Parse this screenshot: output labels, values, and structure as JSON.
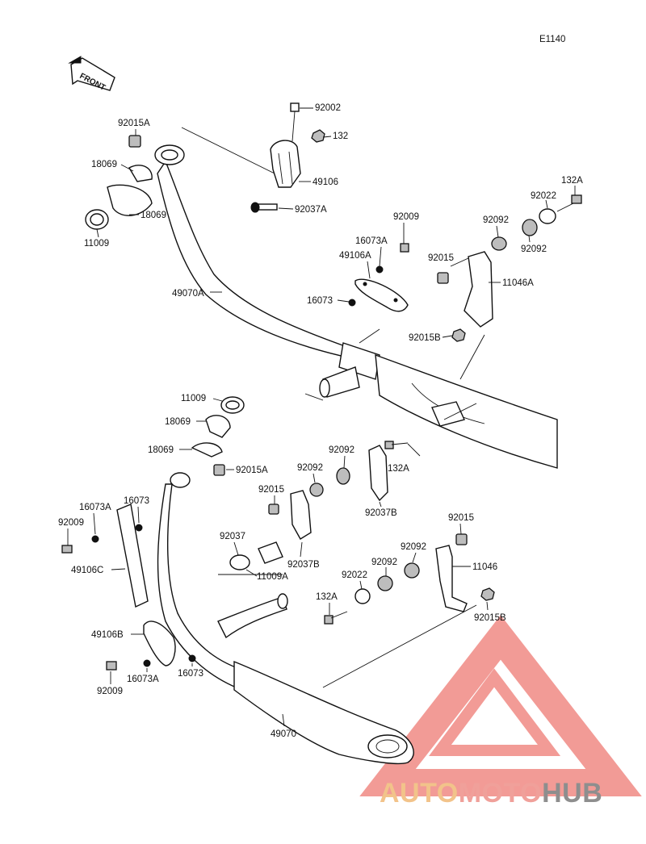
{
  "diagram_code": "E1140",
  "front_label": "FRONT",
  "watermark": {
    "part1": "AUTO",
    "part2": "MOTO",
    "part3": "HUB",
    "color1": "#f2c38a",
    "color2": "#f0a09a",
    "color3": "#8e8e8e",
    "triangle_color": "#f08a84"
  },
  "callouts": {
    "c92002": "92002",
    "c132": "132",
    "c49106": "49106",
    "c92037A": "92037A",
    "c92015A_top": "92015A",
    "c18069_top_a": "18069",
    "c18069_top_b": "18069",
    "c11009_top": "11009",
    "c132A_top": "132A",
    "c92022_top": "92022",
    "c92092_top_a": "92092",
    "c92092_top_b": "92092",
    "c92009_top": "92009",
    "c16073A_top": "16073A",
    "c49106A": "49106A",
    "c92015_top": "92015",
    "c11046A": "11046A",
    "c49070A": "49070A",
    "c16073_top": "16073",
    "c92015B_top": "92015B",
    "c11009_mid": "11009",
    "c18069_mid_a": "18069",
    "c18069_mid_b": "18069",
    "c92015A_mid": "92015A",
    "c92092_mid_a": "92092",
    "c92092_mid_b": "92092",
    "c132A_mid": "132A",
    "c92015_mid": "92015",
    "c92037B_a": "92037B",
    "c92037B_b": "92037B",
    "c16073A_left": "16073A",
    "c16073_left": "16073",
    "c92009_left": "92009",
    "c49106C": "49106C",
    "c92037": "92037",
    "c11009A": "11009A",
    "c92015_low": "92015",
    "c92092_low_a": "92092",
    "c92092_low_b": "92092",
    "c11046": "11046",
    "c92022_low": "92022",
    "c132A_low": "132A",
    "c92015B_low": "92015B",
    "c49106B": "49106B",
    "c92009_low": "92009",
    "c16073A_low": "16073A",
    "c16073_low": "16073",
    "c49070": "49070"
  }
}
